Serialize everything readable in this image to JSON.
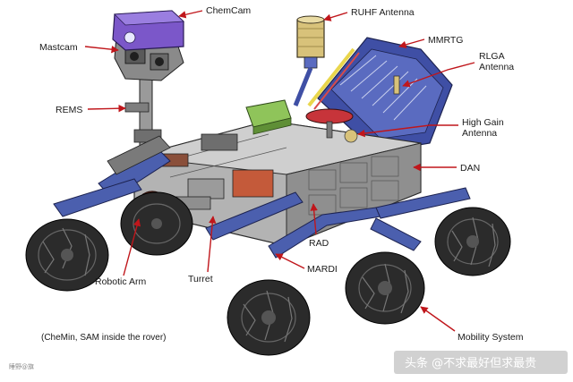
{
  "labels": {
    "chemcam": "ChemCam",
    "ruhf_antenna": "RUHF Antenna",
    "mastcam": "Mastcam",
    "mmrtg": "MMRTG",
    "rlga_antenna": "RLGA\nAntenna",
    "rems": "REMS",
    "high_gain_antenna": "High Gain\nAntenna",
    "dan": "DAN",
    "rad": "RAD",
    "mardi": "MARDI",
    "turret": "Turret",
    "robotic_arm": "Robotic Arm",
    "mobility_system": "Mobility System"
  },
  "note": "(CheMin, SAM inside the rover)",
  "watermark": "睡野@旗",
  "source_credit": "头条 @不求最好但求最贵",
  "colors": {
    "arrow": "#c0161b",
    "chemcam": "#7b57c9",
    "body": "#a9a9a9",
    "wheel": "#2b2b2b",
    "arm": "#4b5fae",
    "antenna": "#d8c27a",
    "rems_green": "#8fc45a"
  }
}
